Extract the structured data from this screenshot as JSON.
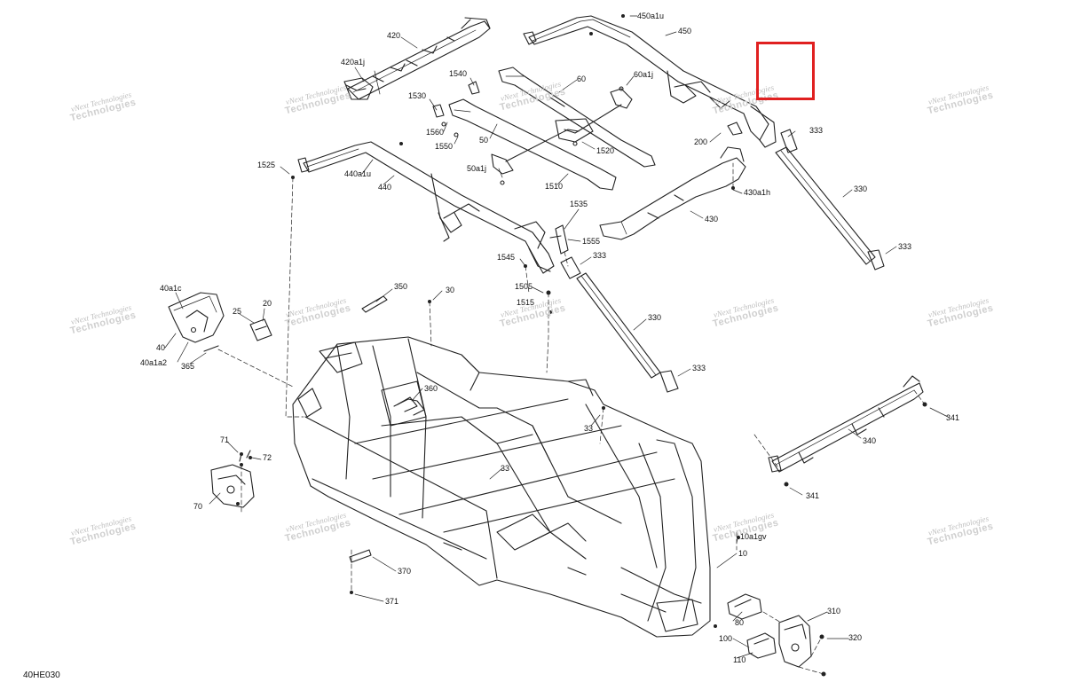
{
  "drawing_code": "40HE030",
  "watermark": {
    "line1": "vNext",
    "line2": "Technologies",
    "full": "vNext Technologies"
  },
  "highlight_color": "#e02020",
  "line_color": "#222222",
  "labels": {
    "p420": "420",
    "p420a1j": "420a1j",
    "p450a1u": "450a1u",
    "p450": "450",
    "p1540": "1540",
    "p60": "60",
    "p60a1j": "60a1j",
    "p1530": "1530",
    "p1560": "1560",
    "p1550": "1550",
    "p50": "50",
    "p333a": "333",
    "p200": "200",
    "p1520": "1520",
    "p50a1j": "50a1j",
    "p1510": "1510",
    "p1525": "1525",
    "p440a1u": "440a1u",
    "p440": "440",
    "p330a": "330",
    "p430a1h": "430a1h",
    "p430": "430",
    "p1535": "1535",
    "p1555": "1555",
    "p333b": "333",
    "p1545": "1545",
    "p333c": "333",
    "p40a1c": "40a1c",
    "p350": "350",
    "p30": "30",
    "p1505": "1505",
    "p1515": "1515",
    "p25": "25",
    "p20": "20",
    "p40": "40",
    "p40a1a2": "40a1a2",
    "p365": "365",
    "p330b": "330",
    "p333d": "333",
    "p360": "360",
    "p33a": "33",
    "p341a": "341",
    "p71": "71",
    "p72": "72",
    "p340": "340",
    "p33b": "33",
    "p70": "70",
    "p341b": "341",
    "p10a1gv": "10a1gv",
    "p10": "10",
    "p370": "370",
    "p371": "371",
    "p310": "310",
    "p80": "80",
    "p100": "100",
    "p320": "320",
    "p110": "110"
  }
}
